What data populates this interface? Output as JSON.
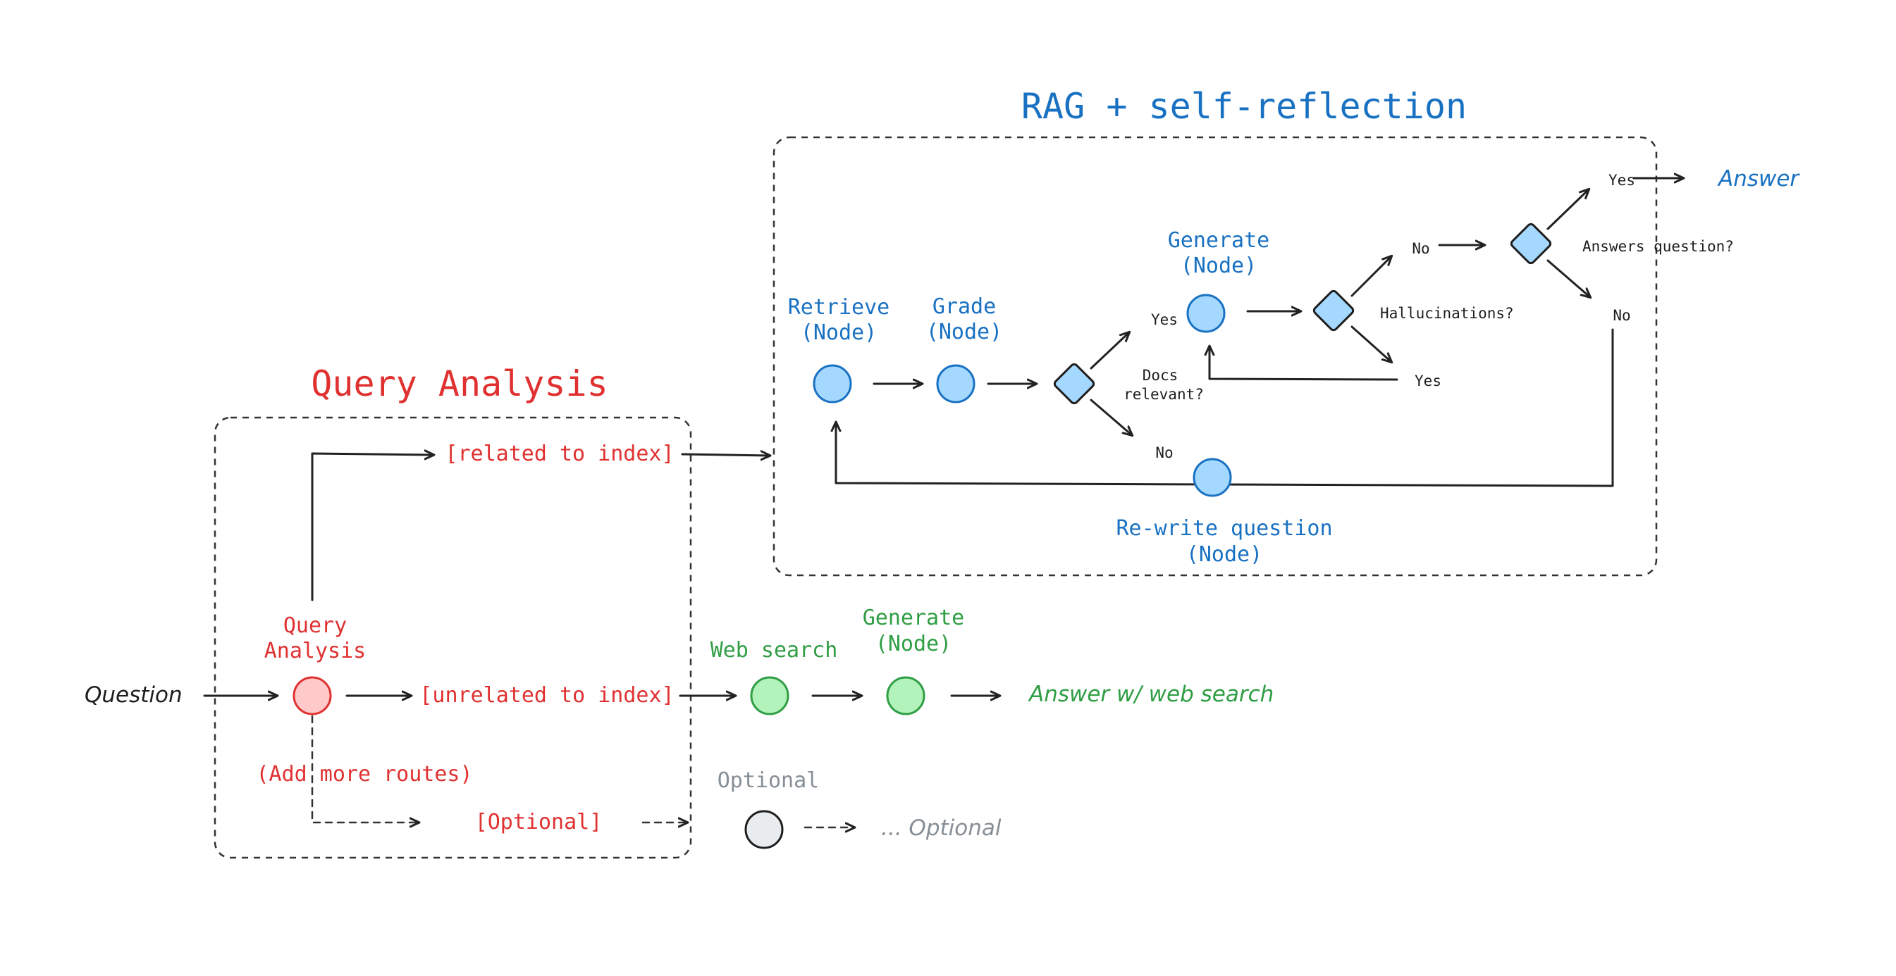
{
  "colors": {
    "red": "#e03131",
    "blue": "#1971c2",
    "green": "#2f9e44",
    "gray": "#868e96",
    "black": "#1e1e1e",
    "blue_fill": "#a5d8ff",
    "red_fill": "#ffc9c9",
    "green_fill": "#b2f2bb",
    "gray_fill": "#e9ecef"
  },
  "sections": {
    "rag_title": "RAG + self-reflection",
    "query_analysis_title": "Query Analysis"
  },
  "query_analysis": {
    "input": "Question",
    "node_line1": "Query",
    "node_line2": "Analysis",
    "route_related": "[related to index]",
    "route_unrelated": "[unrelated to index]",
    "add_routes": "(Add more routes)",
    "route_optional": "[Optional]"
  },
  "rag": {
    "retrieve_line1": "Retrieve",
    "retrieve_line2": "(Node)",
    "grade_line1": "Grade",
    "grade_line2": "(Node)",
    "docs_relevant_line1": "Docs",
    "docs_relevant_line2": "relevant?",
    "docs_yes": "Yes",
    "docs_no": "No",
    "generate_line1": "Generate",
    "generate_line2": "(Node)",
    "hallucinations": "Hallucinations?",
    "hall_no": "No",
    "hall_yes": "Yes",
    "answers_question": "Answers question?",
    "ans_yes": "Yes",
    "ans_no": "No",
    "answer": "Answer",
    "rewrite_line1": "Re-write question",
    "rewrite_line2": "(Node)"
  },
  "web": {
    "web_search": "Web search",
    "generate_line1": "Generate",
    "generate_line2": "(Node)",
    "answer": "Answer w/ web search"
  },
  "optional": {
    "label": "Optional",
    "output": "... Optional"
  },
  "icons": {
    "node": "circle",
    "decision": "diamond",
    "arrow": "arrow-right"
  }
}
